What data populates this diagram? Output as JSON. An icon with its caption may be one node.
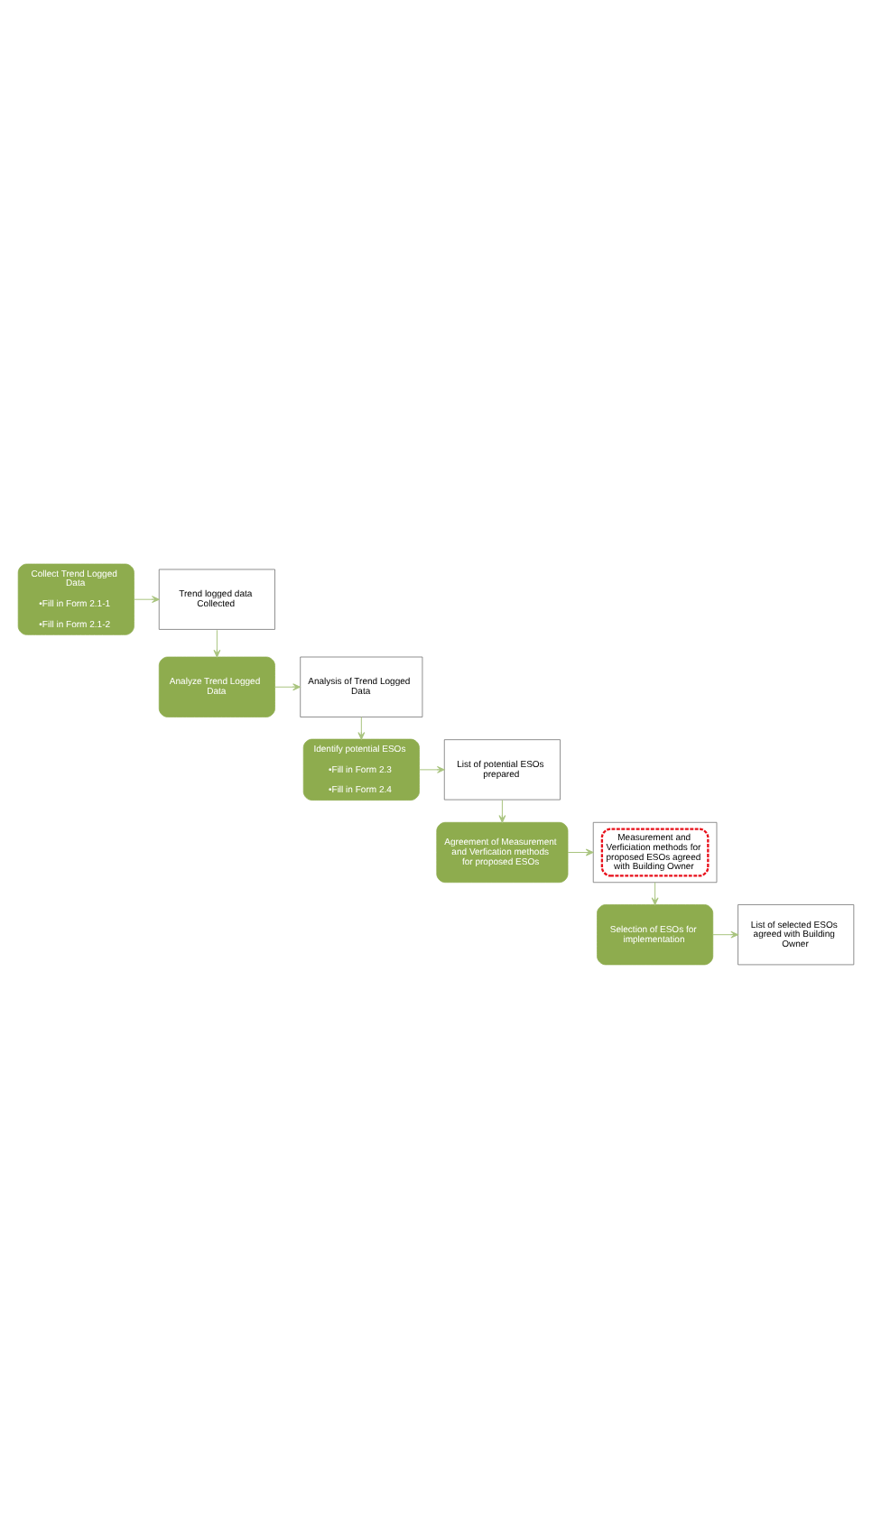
{
  "diagram": {
    "nodes": [
      {
        "text": [
          "Collect Trend Logged Data",
          "•Fill in Form 2.1-1",
          "•Fill in Form 2.1-2"
        ]
      },
      {
        "text": [
          "Trend logged data Collected"
        ]
      },
      {
        "text": [
          "Analyze Trend Logged Data"
        ]
      },
      {
        "text": [
          "Analysis of Trend Logged Data"
        ]
      },
      {
        "text": [
          "Identify potential ESOs",
          "•Fill in Form 2.3",
          "•Fill in Form 2.4"
        ]
      },
      {
        "text": [
          "List of potential ESOs prepared"
        ]
      },
      {
        "text": [
          "Agreement of Measurement and Verfication methods for proposed ESOs"
        ]
      },
      {
        "text": [
          "Measurement and Verficiation methods for proposed ESOs agreed with Building Owner"
        ]
      },
      {
        "text": [
          "Selection of ESOs for implementation"
        ]
      },
      {
        "text": [
          "List of selected ESOs agreed with Building Owner"
        ]
      }
    ],
    "edges": [
      {
        "from": 0,
        "to": 1,
        "arrow": "to"
      },
      {
        "from": 1,
        "to": 2,
        "arrow": "to"
      },
      {
        "from": 2,
        "to": 3,
        "arrow": "to"
      },
      {
        "from": 3,
        "to": 4,
        "arrow": "to"
      },
      {
        "from": 4,
        "to": 5,
        "arrow": "to"
      },
      {
        "from": 5,
        "to": 6,
        "arrow": "to"
      },
      {
        "from": 6,
        "to": 7,
        "arrow": "to"
      },
      {
        "from": 7,
        "to": 8,
        "arrow": "to"
      },
      {
        "from": 8,
        "to": 9,
        "arrow": "to"
      }
    ]
  }
}
